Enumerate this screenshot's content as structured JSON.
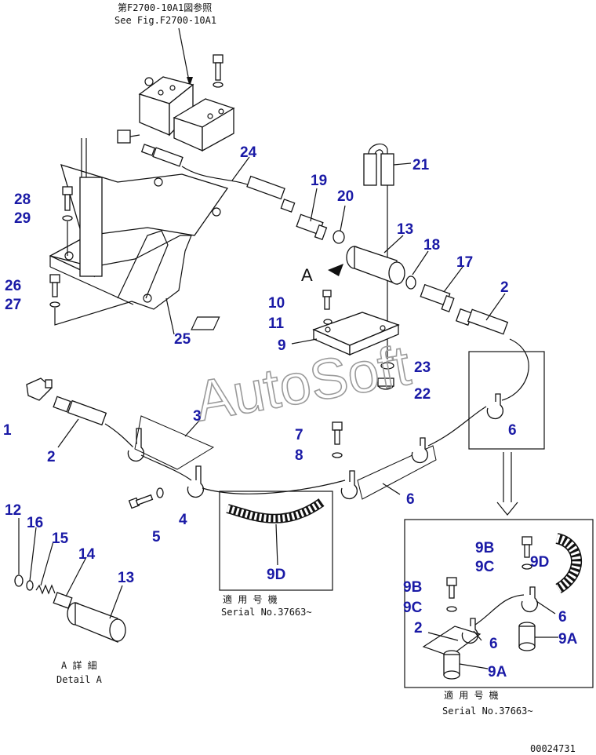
{
  "figure": {
    "ref_note_jp": "第F2700-10A1図参照",
    "ref_note_en": "See Fig.F2700-10A1",
    "view_letter": "A",
    "detail_note_jp": "A 詳 細",
    "detail_note_en": "Detail A",
    "serial_note_jp": "適 用 号 機",
    "serial_note_en": "Serial No.37663~",
    "inset_serial_note_jp": "適 用 号 機",
    "inset_serial_note_en": "Serial No.37663~",
    "drawing_number": "00024731",
    "watermark": "AutoSoft"
  },
  "callouts": {
    "c1": "1",
    "c2a": "2",
    "c2b": "2",
    "c2c": "2",
    "c3": "3",
    "c4": "4",
    "c5": "5",
    "c6a": "6",
    "c6b": "6",
    "c6c": "6",
    "c6d": "6",
    "c7": "7",
    "c8": "8",
    "c9": "9",
    "c9a1": "9A",
    "c9a2": "9A",
    "c9b1": "9B",
    "c9b2": "9B",
    "c9c1": "9C",
    "c9c2": "9C",
    "c9d1": "9D",
    "c9d2": "9D",
    "c10": "10",
    "c11": "11",
    "c12": "12",
    "c13a": "13",
    "c13b": "13",
    "c14": "14",
    "c15": "15",
    "c16": "16",
    "c17": "17",
    "c18": "18",
    "c19": "19",
    "c20": "20",
    "c21": "21",
    "c22": "22",
    "c23": "23",
    "c24": "24",
    "c25": "25",
    "c26": "26",
    "c27": "27",
    "c28": "28",
    "c29": "29"
  }
}
